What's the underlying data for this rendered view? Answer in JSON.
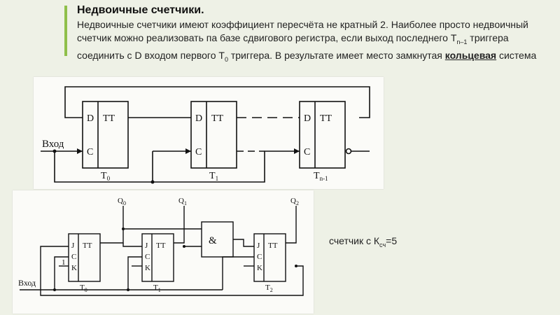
{
  "slide": {
    "title": "Недвоичные счетчики.",
    "text_before_sub1": "Недвоичные счетчики имеют коэффициент пересчёта не кратный 2. Наиболее просто недвоичный счетчик можно реализовать па базе сдвигового регистра, если выход последнего Т",
    "sub1": "n–1",
    "text_middle": " триггера соединить с D входом первого Т",
    "sub2": "0",
    "text_before_link": " триггера. В результате имеет место замкнутая ",
    "link_word": "кольцевая",
    "text_after_link": " система"
  },
  "note": {
    "prefix": "счетчик с К",
    "sub": "сч",
    "suffix": "=5"
  },
  "diagram1": {
    "input_label": "Вход",
    "d_label": "D",
    "c_label": "C",
    "tt_label": "TT",
    "t0_label": "T",
    "t0_sub": "0",
    "t1_label": "T",
    "t1_sub": "1",
    "tn_label": "T",
    "tn_sub": "n-1"
  },
  "diagram2": {
    "input_label": "Вход",
    "j_label": "J",
    "c_label": "C",
    "k_label": "K",
    "tt_label": "TT",
    "and_label": "&",
    "one_label": "1",
    "q0_label": "Q",
    "q0_sub": "0",
    "q1_label": "Q",
    "q1_sub": "1",
    "q2_label": "Q",
    "q2_sub": "2",
    "t0_label": "T",
    "t0_sub": "0",
    "t1_label": "T",
    "t1_sub": "1",
    "t2_label": "T",
    "t2_sub": "2"
  }
}
